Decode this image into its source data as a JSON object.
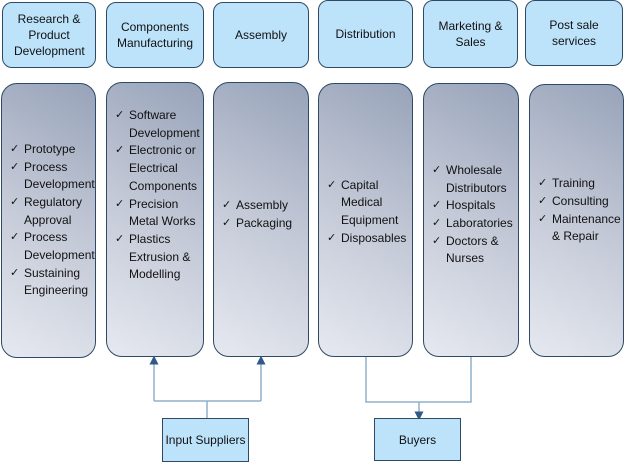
{
  "stages": [
    {
      "title": "Research & Product Development",
      "items": [
        "Prototype",
        "Process Development",
        "Regulatory Approval",
        "Process Development",
        "Sustaining Engineering"
      ]
    },
    {
      "title": "Components Manufacturing",
      "items": [
        "Software Development",
        "Electronic or Electrical Components",
        "Precision Metal Works",
        "Plastics Extrusion & Modelling"
      ]
    },
    {
      "title": "Assembly",
      "items": [
        "Assembly",
        "Packaging"
      ]
    },
    {
      "title": "Distribution",
      "items": [
        "Capital Medical Equipment",
        "Disposables"
      ]
    },
    {
      "title": "Marketing & Sales",
      "items": [
        "Wholesale Distributors",
        "Hospitals",
        "Laboratories",
        "Doctors & Nurses"
      ]
    },
    {
      "title": "Post sale services",
      "items": [
        "Training",
        "Consulting",
        "Maintenance & Repair"
      ]
    }
  ],
  "bottom": {
    "input_suppliers": "Input Suppliers",
    "buyers": "Buyers"
  },
  "check_glyph": "✓"
}
